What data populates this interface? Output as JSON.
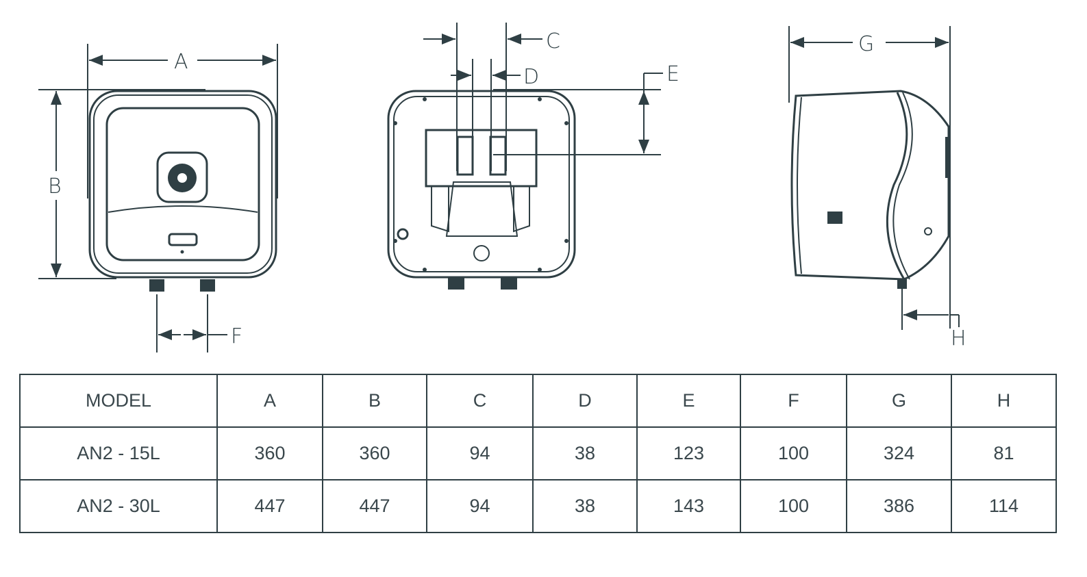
{
  "dimension_labels": {
    "A": "A",
    "B": "B",
    "C": "C",
    "D": "D",
    "E": "E",
    "F": "F",
    "G": "G",
    "H": "H"
  },
  "table": {
    "headers": [
      "MODEL",
      "A",
      "B",
      "C",
      "D",
      "E",
      "F",
      "G",
      "H"
    ],
    "rows": [
      [
        "AN2 - 15L",
        "360",
        "360",
        "94",
        "38",
        "123",
        "100",
        "324",
        "81"
      ],
      [
        "AN2 - 30L",
        "447",
        "447",
        "94",
        "38",
        "143",
        "100",
        "386",
        "114"
      ]
    ]
  }
}
